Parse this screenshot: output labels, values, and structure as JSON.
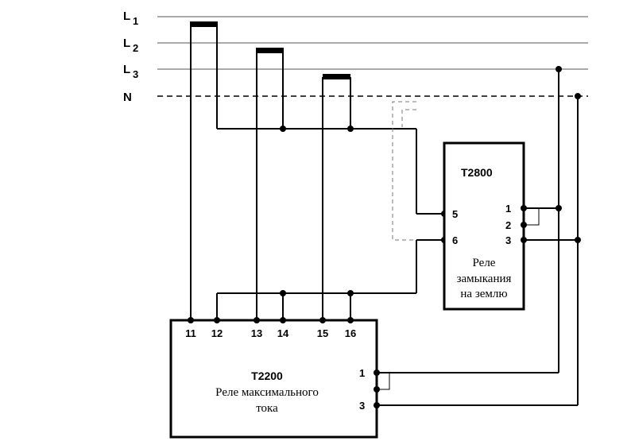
{
  "buses": {
    "l1": {
      "letter": "L",
      "sub": "1"
    },
    "l2": {
      "letter": "L",
      "sub": "2"
    },
    "l3": {
      "letter": "L",
      "sub": "3"
    },
    "n": "N"
  },
  "relay_t2200": {
    "code": "T2200",
    "desc_line1": "Реле максимального",
    "desc_line2": "тока",
    "terminals_top": [
      "11",
      "12",
      "13",
      "14",
      "15",
      "16"
    ],
    "terminals_right": [
      "1",
      "3"
    ]
  },
  "relay_t2800": {
    "code": "T2800",
    "desc_line1": "Реле",
    "desc_line2": "замыкания",
    "desc_line3": "на землю",
    "terminals_left": [
      "5",
      "6"
    ],
    "terminals_right": [
      "1",
      "2",
      "3"
    ]
  }
}
